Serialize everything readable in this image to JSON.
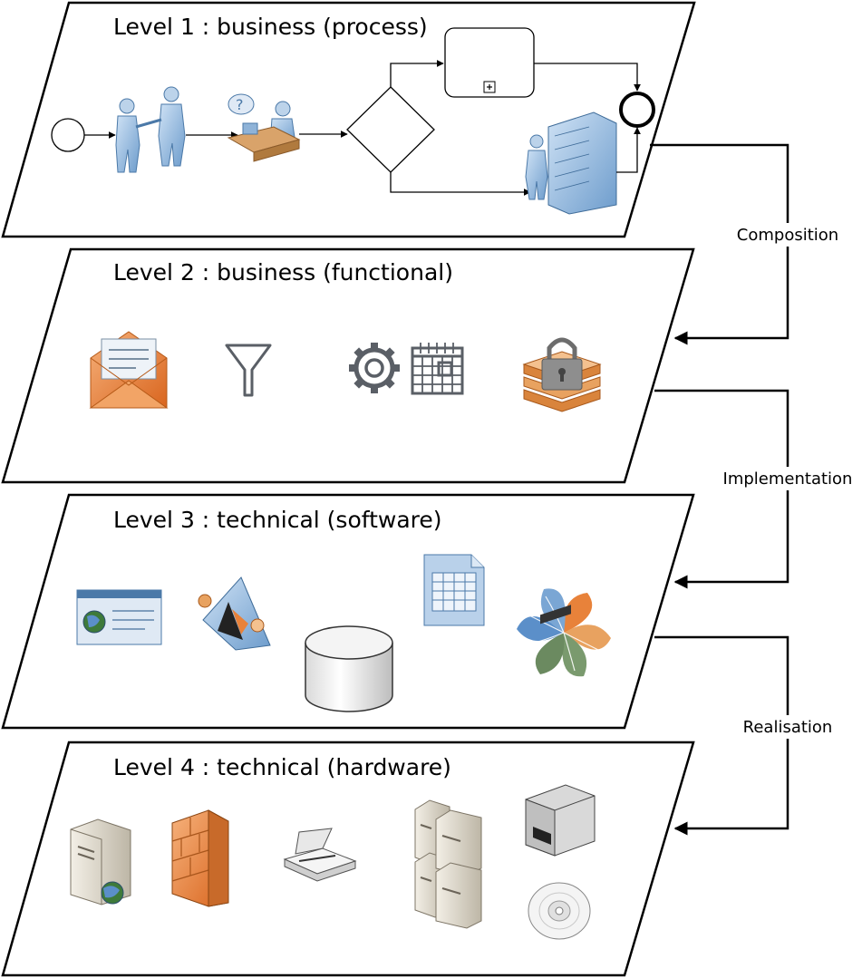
{
  "levels": [
    {
      "title": "Level 1 : business (process)"
    },
    {
      "title": "Level 2 : business (functional)"
    },
    {
      "title": "Level 3 : technical (software)"
    },
    {
      "title": "Level 4 : technical (hardware)"
    }
  ],
  "relations": [
    {
      "label": "Composition"
    },
    {
      "label": "Implementation"
    },
    {
      "label": "Realisation"
    }
  ],
  "colors": {
    "accent_orange": "#e8823a",
    "accent_blue": "#5b8fc9",
    "accent_green": "#7a9a6e",
    "icon_gray": "#5a5f66"
  },
  "icons": {
    "level1": [
      "start-event-icon",
      "handshake-people-icon",
      "help-desk-person-icon",
      "gateway-diamond-icon",
      "subprocess-icon",
      "server-operator-icon",
      "end-event-icon"
    ],
    "level2": [
      "envelope-icon",
      "funnel-filter-icon",
      "gear-icon",
      "calendar-icon",
      "locked-database-icon"
    ],
    "level3": [
      "web-app-window-icon",
      "tool-prism-icon",
      "database-cylinder-icon",
      "spreadsheet-document-icon",
      "pinwheel-logo-icon"
    ],
    "level4": [
      "web-server-icon",
      "firewall-icon",
      "scanner-icon",
      "server-cluster-icon",
      "printer-icon",
      "disc-icon"
    ]
  }
}
